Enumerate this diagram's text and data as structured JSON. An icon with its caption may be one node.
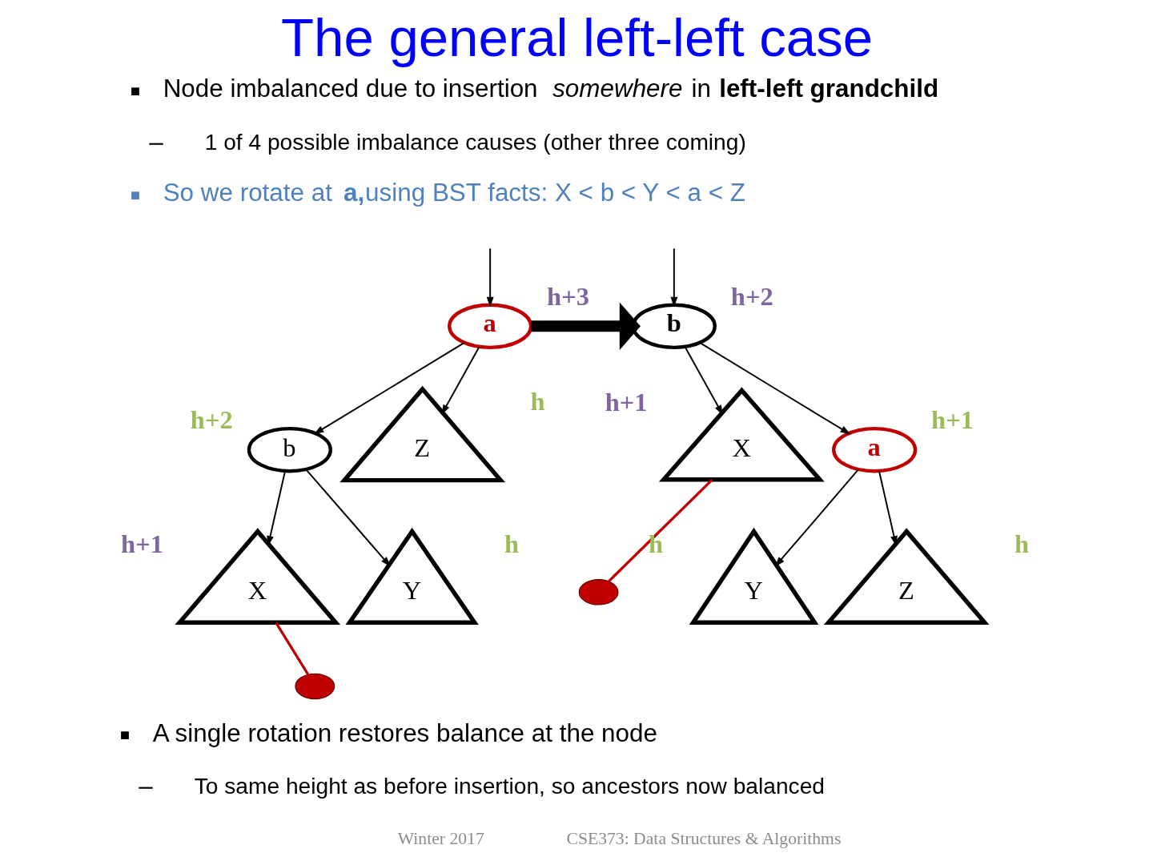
{
  "diagram": {
    "title": "The general left-left case",
    "nodes": [
      {
        "text": [
          "a"
        ],
        "beside": [
          "h+3"
        ]
      },
      {
        "text": [
          "b"
        ],
        "beside": [
          "h+2"
        ]
      },
      {
        "text": [
          "X"
        ],
        "beside": [
          "h+1"
        ]
      },
      {
        "text": [
          "Y"
        ],
        "beside": [
          "h"
        ]
      },
      {
        "text": [
          "Z"
        ],
        "beside": [
          "h"
        ]
      },
      {
        "text": [],
        "shape": "circle"
      },
      {
        "text": [
          "b"
        ],
        "beside": [
          "h+2"
        ]
      },
      {
        "text": [
          "a"
        ],
        "beside": [
          "h+1"
        ]
      },
      {
        "text": [
          "X"
        ],
        "beside": [
          "h+1"
        ]
      },
      {
        "text": [
          "Y"
        ],
        "beside": [
          "h"
        ]
      },
      {
        "text": [
          "Z"
        ],
        "beside": [
          "h"
        ]
      },
      {
        "text": [],
        "shape": "circle"
      }
    ],
    "edges": [
      {
        "from": null,
        "to": 0,
        "arrow": "to"
      },
      {
        "from": 0,
        "to": 1,
        "arrow": "to"
      },
      {
        "from": 0,
        "to": 4,
        "arrow": "to"
      },
      {
        "from": 1,
        "to": 2,
        "arrow": "to"
      },
      {
        "from": 1,
        "to": 3,
        "arrow": "to"
      },
      {
        "from": 2,
        "to": 5,
        "arrow": "none",
        "color": "#c00000"
      },
      {
        "from": 0,
        "to": 6,
        "arrow": "to",
        "style": "thick"
      },
      {
        "from": null,
        "to": 6,
        "arrow": "to"
      },
      {
        "from": 6,
        "to": 8,
        "arrow": "to"
      },
      {
        "from": 6,
        "to": 7,
        "arrow": "to"
      },
      {
        "from": 7,
        "to": 9,
        "arrow": "to"
      },
      {
        "from": 7,
        "to": 10,
        "arrow": "to"
      },
      {
        "from": 8,
        "to": 11,
        "arrow": "none",
        "color": "#c00000"
      }
    ],
    "labels": [
      "Node imbalanced due to insertion *somewhere* in **left-left grandchild**",
      "1 of 4 possible imbalance causes (other three coming)",
      "So we rotate at **a,**using BST facts: X < b < Y < a < Z",
      "A single rotation restores balance at the node",
      "To same height as before insertion, so ancestors now balanced",
      "Winter 2017",
      "CSE373: Data Structures & Algorithms"
    ]
  }
}
